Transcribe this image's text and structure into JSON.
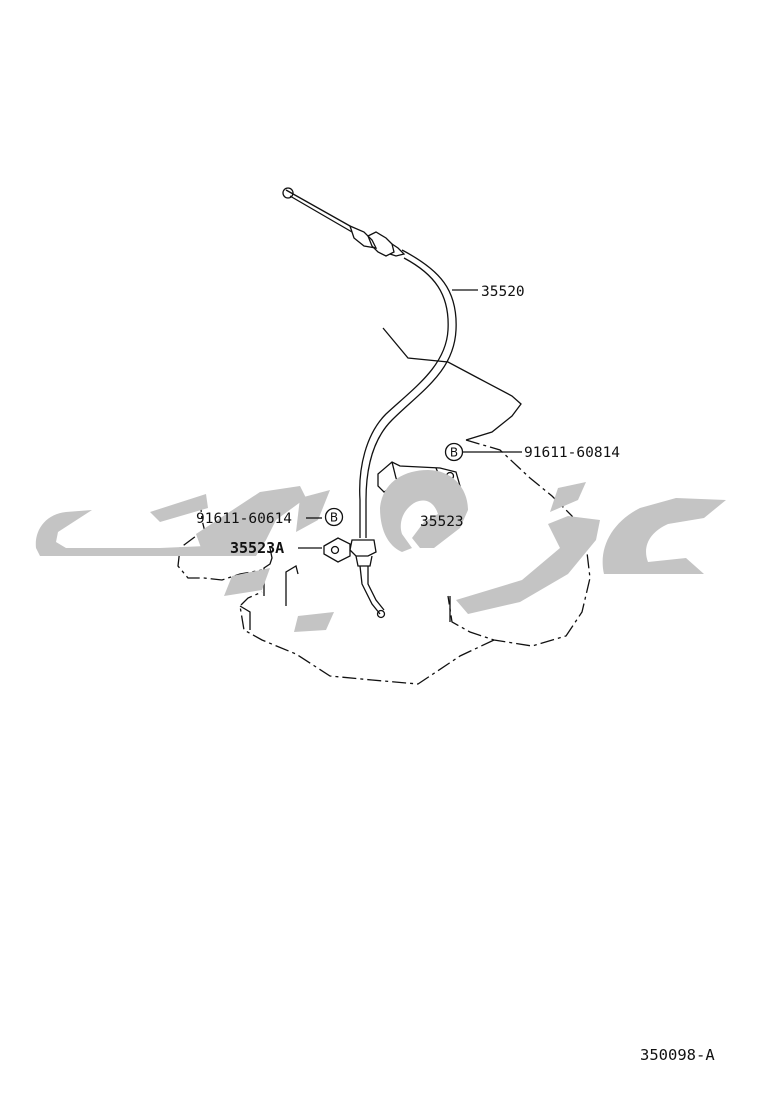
{
  "parts": {
    "cable": "35520",
    "bolt_right": "91611-60814",
    "bolt_left": "91611-60614",
    "bracket": "35523",
    "clamp": "35523A"
  },
  "callout_marker": "B",
  "watermark_text": "جالكس",
  "reference_code": "350098-A",
  "colors": {
    "line": "#111111",
    "watermark": "#c4c4c4",
    "background": "#ffffff"
  }
}
